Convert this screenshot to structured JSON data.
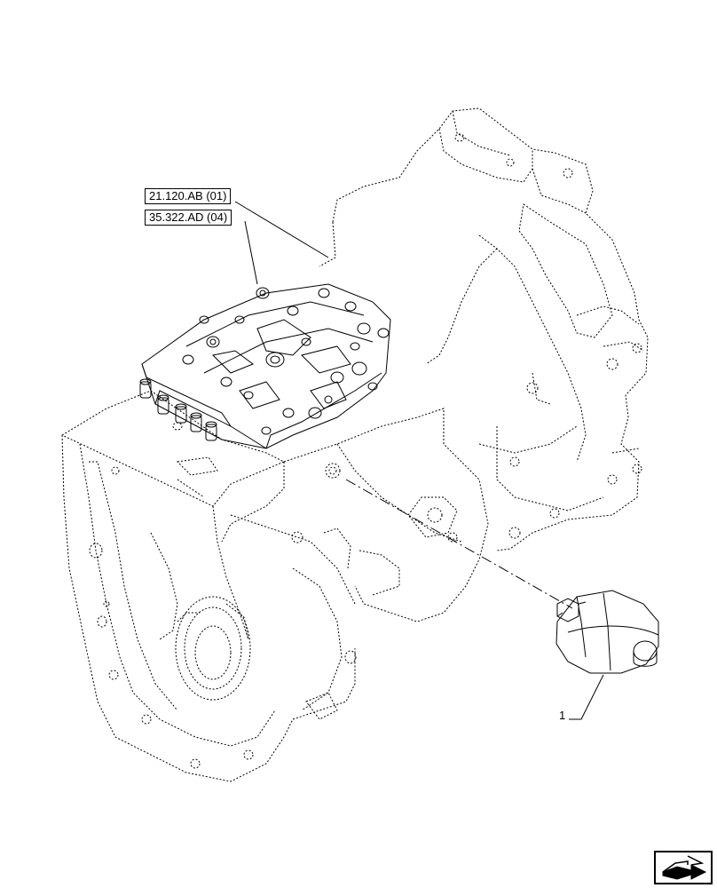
{
  "references": [
    {
      "label": "21.120.AB (01)"
    },
    {
      "label": "35.322.AD (04)"
    }
  ],
  "callouts": [
    {
      "label": "1"
    }
  ],
  "icons": {
    "navigation": "next-page-arrow-icon"
  },
  "colors": {
    "line": "#000000",
    "background": "#ffffff"
  }
}
